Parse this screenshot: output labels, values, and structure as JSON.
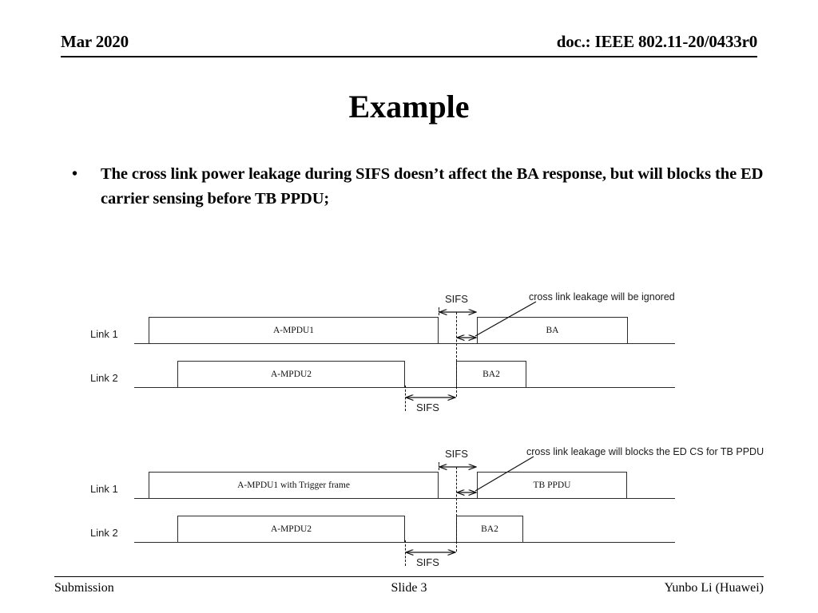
{
  "header": {
    "date": "Mar 2020",
    "doc": "doc.: IEEE 802.11-20/0433r0"
  },
  "title": "Example",
  "bullets": [
    {
      "marker": "•",
      "text": "The cross link power leakage during SIFS doesn’t affect the BA response, but will blocks the ED carrier sensing before TB PPDU;"
    }
  ],
  "diagrams": [
    {
      "id": "diagram-1",
      "annotation": "cross link leakage will be ignored",
      "sifs_top_label": "SIFS",
      "sifs_bottom_label": "SIFS",
      "rows": [
        {
          "label": "Link 1",
          "boxes": [
            {
              "name": "a-mpdu1",
              "text": "A-MPDU1"
            },
            {
              "name": "ba",
              "text": "BA"
            }
          ]
        },
        {
          "label": "Link 2",
          "boxes": [
            {
              "name": "a-mpdu2",
              "text": "A-MPDU2"
            },
            {
              "name": "ba2",
              "text": "BA2"
            }
          ]
        }
      ]
    },
    {
      "id": "diagram-2",
      "annotation": "cross link leakage will blocks the ED CS for TB PPDU",
      "sifs_top_label": "SIFS",
      "sifs_bottom_label": "SIFS",
      "rows": [
        {
          "label": "Link 1",
          "boxes": [
            {
              "name": "a-mpdu1-trigger",
              "text": "A-MPDU1 with Trigger frame"
            },
            {
              "name": "tb-ppdu",
              "text": "TB PPDU"
            }
          ]
        },
        {
          "label": "Link 2",
          "boxes": [
            {
              "name": "a-mpdu2",
              "text": "A-MPDU2"
            },
            {
              "name": "ba2",
              "text": "BA2"
            }
          ]
        }
      ]
    }
  ],
  "footer": {
    "left": "Submission",
    "center": "Slide 3",
    "right": "Yunbo Li (Huawei)"
  }
}
